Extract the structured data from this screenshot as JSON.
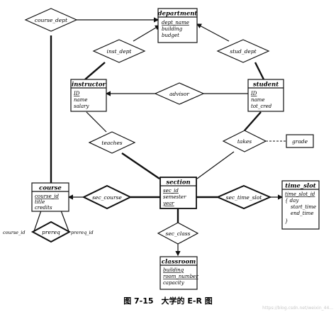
{
  "entities": {
    "department": {
      "title": "department",
      "attrs": [
        "dept_name",
        "building",
        "budget"
      ]
    },
    "instructor": {
      "title": "instructor",
      "attrs": [
        "ID",
        "name",
        "salary"
      ]
    },
    "student": {
      "title": "student",
      "attrs": [
        "ID",
        "name",
        "tot_cred"
      ]
    },
    "course": {
      "title": "course",
      "attrs": [
        "course_id",
        "title",
        "credits"
      ]
    },
    "section": {
      "title": "section",
      "attrs": [
        "sec_id",
        "semester",
        "year"
      ]
    },
    "time_slot": {
      "title": "time_slot",
      "attrs": [
        "time_slot_id",
        "{ day",
        "start_time",
        "end_time",
        "}"
      ]
    },
    "classroom": {
      "title": "classroom",
      "attrs": [
        "building",
        "room_number",
        "capacity"
      ]
    }
  },
  "relationships": {
    "course_dept": "course_dept",
    "inst_dept": "inst_dept",
    "stud_dept": "stud_dept",
    "advisor": "advisor",
    "teaches": "teaches",
    "takes": "takes",
    "sec_course": "sec_course",
    "sec_time_slot": "sec_time_slot",
    "sec_class": "sec_class",
    "prereq": "prereq"
  },
  "relationship_attribute": "grade",
  "roles": {
    "left": "course_id",
    "right": "prereq_id"
  },
  "caption": "图 7-15　大学的 E-R 图",
  "watermark": "https://blog.csdn.net/weixin_44..."
}
